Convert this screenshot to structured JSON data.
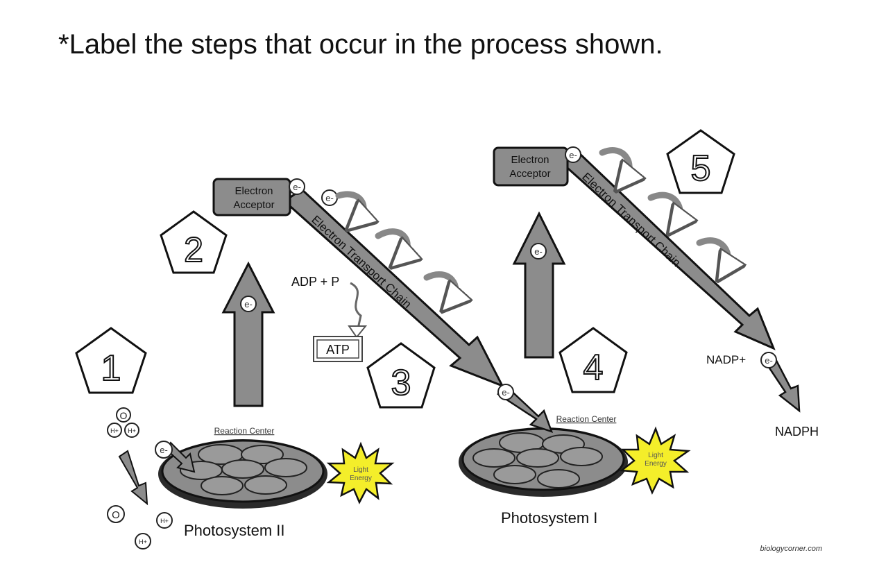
{
  "title": "*Label the steps that occur in the process shown.",
  "colors": {
    "fill_gray": "#8c8c8c",
    "dark_stroke": "#1e1e1e",
    "light_energy": "#f4ee2a",
    "white": "#ffffff"
  },
  "diagram": {
    "step_numbers": [
      "1",
      "2",
      "3",
      "4",
      "5"
    ],
    "acceptor_left_line1": "Electron",
    "acceptor_left_line2": "Acceptor",
    "acceptor_right_line1": "Electron",
    "acceptor_right_line2": "Acceptor",
    "etc_left": "Electron Transport Chain",
    "etc_right": "Electron Transport Chain",
    "electron": "e-",
    "oxygen": "O",
    "hydrogen": "H+",
    "adp_p": "ADP + P",
    "atp": "ATP",
    "reaction_center_left": "Reaction Center",
    "reaction_center_right": "Reaction Center",
    "light_line1": "Light",
    "light_line2": "Energy",
    "photosystem_ii": "Photosystem II",
    "photosystem_i": "Photosystem I",
    "nadp": "NADP+",
    "nadph": "NADPH",
    "credit": "biologycorner.com"
  }
}
